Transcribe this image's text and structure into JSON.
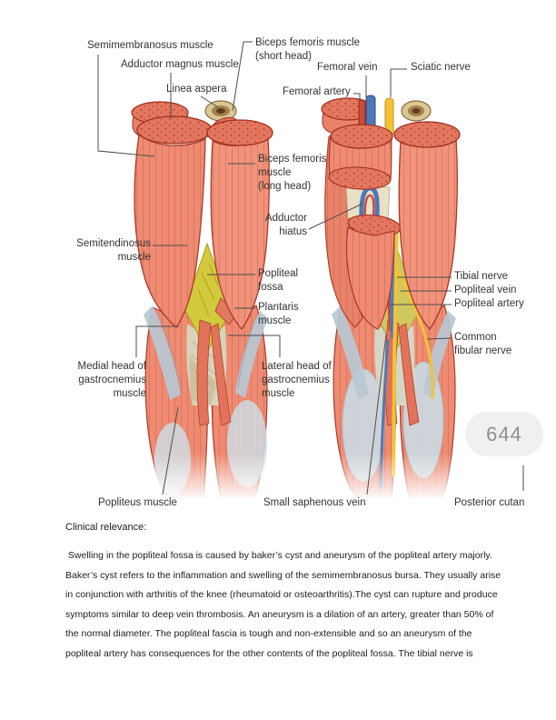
{
  "page_overlay": {
    "page_number": "644"
  },
  "figure": {
    "labels": [
      {
        "id": "semimembranosus-muscle",
        "text": "Semimembranosus muscle"
      },
      {
        "id": "adductor-magnus-muscle",
        "text": "Adductor magnus muscle"
      },
      {
        "id": "linea-aspera",
        "text": "Linea aspera"
      },
      {
        "id": "biceps-femoris-short-head",
        "text": "Biceps femoris muscle\n(short head)"
      },
      {
        "id": "femoral-vein",
        "text": "Femoral vein"
      },
      {
        "id": "sciatic-nerve",
        "text": "Sciatic nerve"
      },
      {
        "id": "femoral-artery",
        "text": "Femoral artery"
      },
      {
        "id": "biceps-femoris-long-head",
        "text": "Biceps femoris\nmuscle\n(long head)"
      },
      {
        "id": "adductor-hiatus",
        "text": "Adductor\nhiatus"
      },
      {
        "id": "semitendinosus-muscle",
        "text": "Semitendinosus\nmuscle"
      },
      {
        "id": "popliteal-fossa",
        "text": "Popliteal\nfossa"
      },
      {
        "id": "tibial-nerve",
        "text": "Tibial nerve"
      },
      {
        "id": "popliteal-vein",
        "text": "Popliteal vein"
      },
      {
        "id": "popliteal-artery",
        "text": "Popliteal artery"
      },
      {
        "id": "plantaris-muscle",
        "text": "Plantaris\nmuscle"
      },
      {
        "id": "common-fibular-nerve",
        "text": "Common\nfibular nerve"
      },
      {
        "id": "medial-head-gastrocnemius",
        "text": "Medial head of\ngastrocnemius\nmuscle"
      },
      {
        "id": "lateral-head-gastrocnemius",
        "text": "Lateral head of\ngastrocnemius\nmuscle"
      },
      {
        "id": "popliteus-muscle",
        "text": "Popliteus muscle"
      },
      {
        "id": "small-saphenous-vein",
        "text": "Small saphenous vein"
      },
      {
        "id": "posterior-cutaneous-truncated",
        "text": "Posterior cutan"
      }
    ],
    "colors": {
      "muscle": "#ee8b72",
      "muscle_outline": "#a93a28",
      "cut_surface": "#e3765e",
      "bone": "#d9c795",
      "fossa_yellow": "#d2c93c",
      "fascia_blue_gray": "#b9c8d4",
      "nerve_yellow": "#f2c335",
      "artery_red": "#cf4a3c",
      "vein_blue": "#4d79b8",
      "page_badge_bg": "#f1f0ef",
      "page_badge_text": "#8f8f8f"
    }
  },
  "clinical": {
    "heading": "Clinical relevance:",
    "body_lines": [
      " Swelling in the popliteal fossa is caused by baker’s cyst and aneurysm of the popliteal artery majorly.",
      "Baker’s cyst refers to the inflammation and swelling of the semimembranosus bursa. They usually arise",
      "in conjunction with arthritis of the knee (rheumatoid or osteoarthritis).The cyst can rupture and produce",
      "symptoms similar to deep vein thrombosis. An aneurysm is a dilation of an artery, greater than 50% of",
      "the normal diameter. The popliteal fascia is tough and non-extensible and so an aneurysm of the",
      "popliteal artery has consequences for the other contents of the popliteal fossa. The tibial nerve is"
    ]
  }
}
